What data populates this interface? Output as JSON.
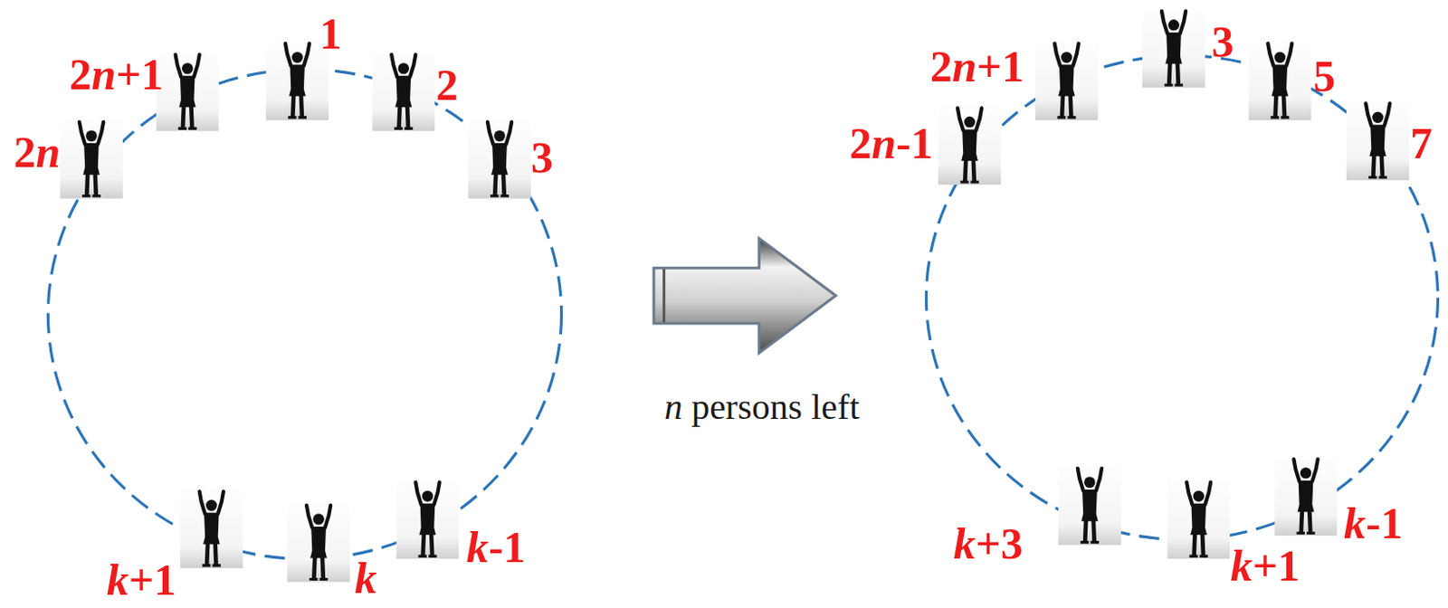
{
  "diagram": {
    "labels": [
      "2n+1",
      "1",
      "2",
      "3",
      "2n",
      "k+1",
      "k",
      "k-1",
      "2n+1",
      "3",
      "5",
      "7",
      "2n-1",
      "k+3",
      "k+1",
      "k-1",
      "n persons left"
    ]
  }
}
